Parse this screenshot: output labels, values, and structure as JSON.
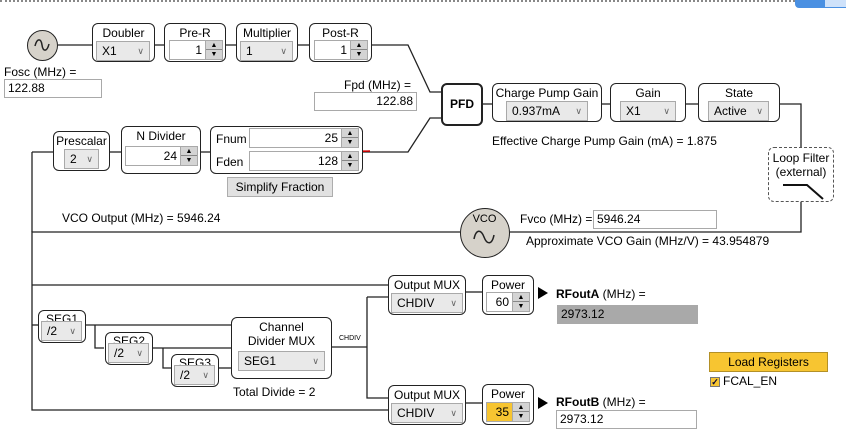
{
  "oscillator": {
    "fosc_label": "Fosc (MHz) =",
    "fosc_value": "122.88"
  },
  "doubler": {
    "title": "Doubler",
    "value": "X1"
  },
  "pre_r": {
    "title": "Pre-R",
    "value": "1"
  },
  "multiplier": {
    "title": "Multiplier",
    "value": "1"
  },
  "post_r": {
    "title": "Post-R",
    "value": "1"
  },
  "fpd": {
    "label": "Fpd (MHz) =",
    "value": "122.88"
  },
  "pfd": {
    "label": "PFD"
  },
  "charge_pump": {
    "title": "Charge Pump Gain",
    "value": "0.937mA"
  },
  "gain_multiplier": {
    "title": "Gain Multiplier",
    "value": "X1"
  },
  "state": {
    "title": "State",
    "value": "Active"
  },
  "effective_cp": {
    "label": "Effective Charge Pump Gain (mA) =",
    "value": "1.875"
  },
  "loop_filter": {
    "line1": "Loop Filter",
    "line2": "(external)"
  },
  "prescalar": {
    "title": "Prescalar",
    "value": "2"
  },
  "n_divider": {
    "title": "N Divider",
    "value": "24"
  },
  "fraction": {
    "fnum_label": "Fnum",
    "fnum_value": "25",
    "fden_label": "Fden",
    "fden_value": "128",
    "simplify_label": "Simplify Fraction"
  },
  "vco": {
    "output_label": "VCO Output (MHz) =",
    "output_value": "5946.24",
    "badge": "VCO",
    "fvco_label": "Fvco (MHz) =",
    "fvco_value": "5946.24",
    "gain_label": "Approximate VCO Gain (MHz/V) =",
    "gain_value": "43.954879"
  },
  "seg1": {
    "title": "SEG1",
    "value": "/2"
  },
  "seg2": {
    "title": "SEG2",
    "value": "/2"
  },
  "seg3": {
    "title": "SEG3",
    "value": "/2"
  },
  "channel_mux": {
    "title_line1": "Channel",
    "title_line2": "Divider MUX",
    "value": "SEG1",
    "total_label": "Total Divide =",
    "total_value": "2",
    "chdiv_label": "CHDIV"
  },
  "out_a": {
    "mux_title": "Output MUX",
    "mux_value": "CHDIV",
    "power_title": "Power",
    "power_value": "60",
    "rf_label_bold": "RFoutA",
    "rf_label_rest": " (MHz) =",
    "rf_value": "2973.12"
  },
  "out_b": {
    "mux_title": "Output MUX",
    "mux_value": "CHDIV",
    "power_title": "Power",
    "power_value": "35",
    "rf_label_bold": "RFoutB",
    "rf_label_rest": " (MHz) =",
    "rf_value": "2973.12"
  },
  "load_registers": {
    "label": "Load Registers"
  },
  "fcal_en": {
    "label": "FCAL_EN",
    "checked": true
  },
  "colors": {
    "accent_yellow": "#f7c531",
    "disabled_gray": "#a9a9a9",
    "annotation_red": "#d40000"
  }
}
